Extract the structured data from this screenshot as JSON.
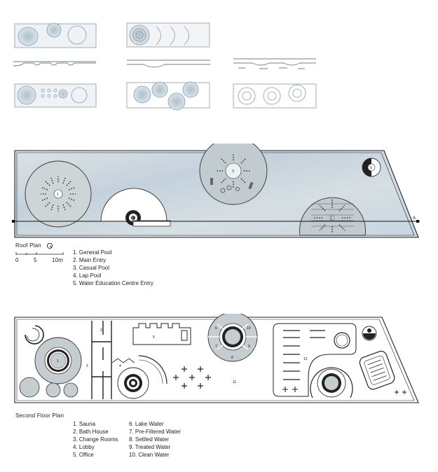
{
  "roof_plan": {
    "title": "Roof Plan",
    "scale": {
      "zero": "0",
      "mid": "5",
      "end": "10m"
    },
    "section_label": "A",
    "pool_labels": [
      "1",
      "2",
      "3",
      "4",
      "5"
    ],
    "legend": [
      "1. General Pool",
      "2. Main Entry",
      "3. Casual Pool",
      "4. Lap Pool",
      "5. Water Education Centre Entry"
    ]
  },
  "second_floor_plan": {
    "title": "Second Floor Plan",
    "room_labels": [
      "1",
      "2",
      "3",
      "4",
      "5",
      "6",
      "7",
      "8",
      "9",
      "10",
      "11",
      "12"
    ],
    "legend_left": [
      "1. Sauna",
      "2. Bath House",
      "3. Change Rooms",
      "4. Lobby",
      "5. Office"
    ],
    "legend_right": [
      "6. Lake Water",
      "7. Pre-Filtered Water",
      "8. Settled Water",
      "9. Treated Water",
      "10. Clean Water"
    ]
  },
  "colors": {
    "line": "#222222",
    "water_wash": "#c9d6df",
    "pool_fill": "#b9c4c9",
    "sketch": "#8a9aa4"
  }
}
